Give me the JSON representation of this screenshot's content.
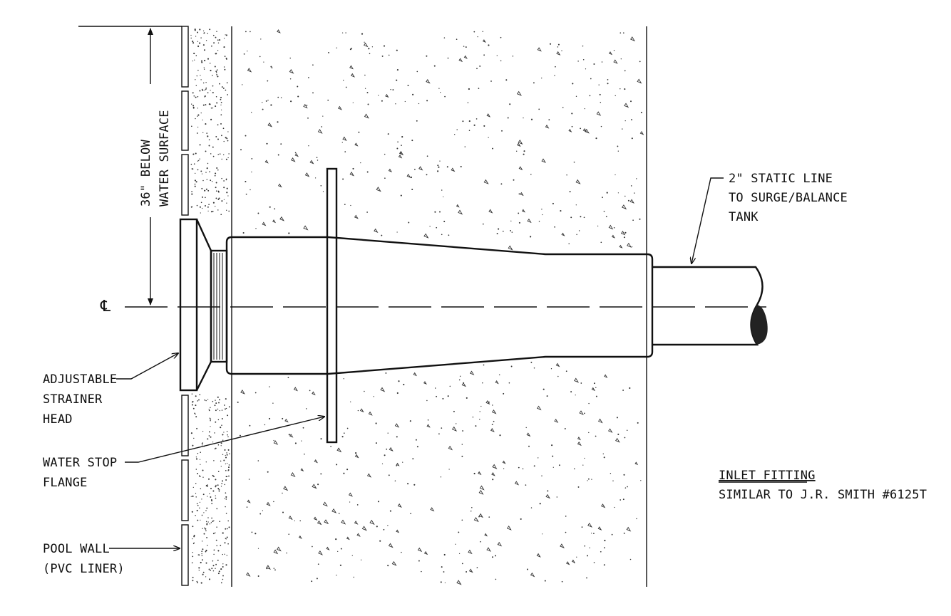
{
  "labels": {
    "depth_line1": "36\" BELOW",
    "depth_line2": "WATER SURFACE",
    "centerline": "℄",
    "static_line1": "2\" STATIC LINE",
    "static_line2": "TO SURGE/BALANCE",
    "static_line3": "TANK",
    "strainer_line1": "ADJUSTABLE",
    "strainer_line2": "STRAINER",
    "strainer_line3": "HEAD",
    "waterstop_line1": "WATER STOP",
    "waterstop_line2": "FLANGE",
    "poolwall_line1": "POOL WALL",
    "poolwall_line2": "(PVC LINER)",
    "title": "INLET FITTING",
    "subtitle": "SIMILAR TO J.R. SMITH #6125T"
  },
  "colors": {
    "ink": "#111111",
    "background": "#ffffff"
  }
}
